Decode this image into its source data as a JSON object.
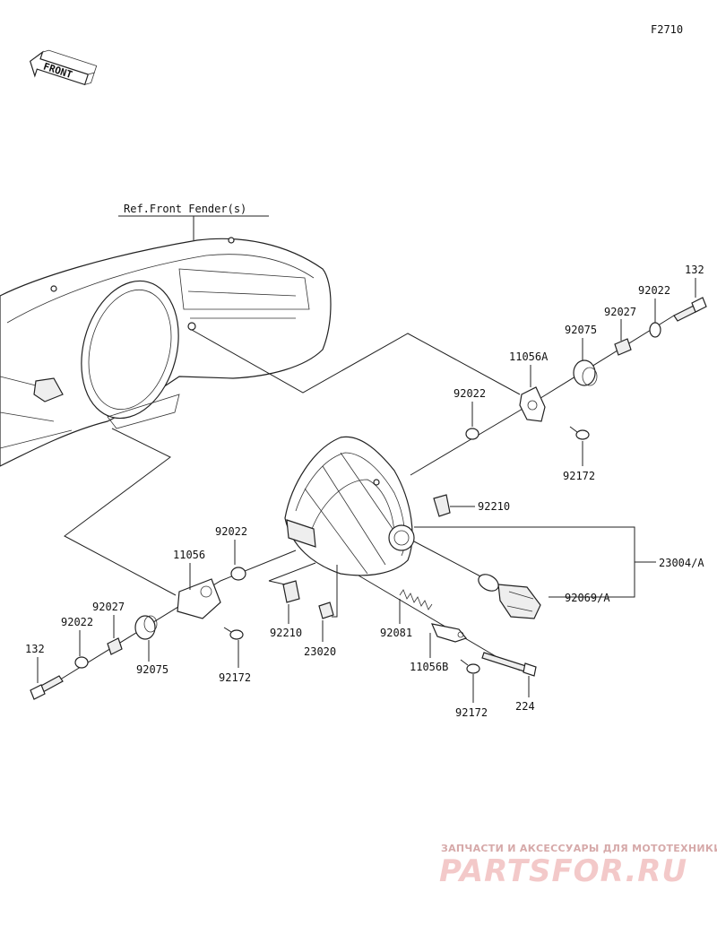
{
  "figure_code": "F2710",
  "front_arrow_label": "FRONT",
  "ref_label": "Ref.Front Fender(s)",
  "watermark": {
    "line1": "ЗАПЧАСТИ И АКСЕССУАРЫ ДЛЯ МОТОТЕХНИКИ",
    "line2": "PARTSFOR.RU",
    "color": "#f3c9c9"
  },
  "parts": {
    "p132_right": "132",
    "p92022_right_top": "92022",
    "p92027_right": "92027",
    "p92075_right": "92075",
    "p11056A": "11056A",
    "p92022_right_mid": "92022",
    "p92172_right": "92172",
    "p92210_right": "92210",
    "p23004A": "23004/A",
    "p92069A": "92069/A",
    "p92022_left_top": "92022",
    "p11056": "11056",
    "p92027_left": "92027",
    "p92022_left": "92022",
    "p132_left": "132",
    "p92075_left": "92075",
    "p92172_left": "92172",
    "p92210_left": "92210",
    "p23020": "23020",
    "p92081": "92081",
    "p11056B": "11056B",
    "p92172_bottom": "92172",
    "p224": "224"
  }
}
